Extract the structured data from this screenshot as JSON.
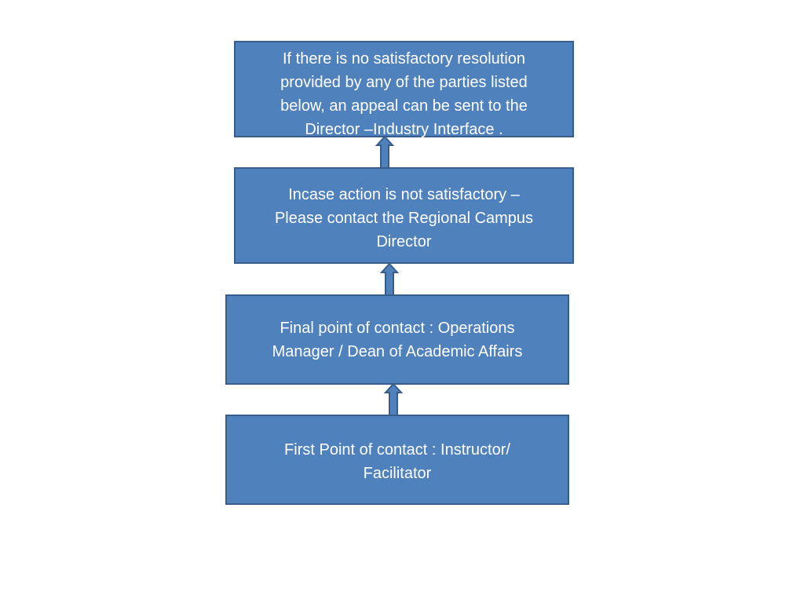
{
  "diagram": {
    "boxes": [
      {
        "id": "appeal-director",
        "text": "If there is no  satisfactory resolution\nprovided by any of the parties listed\nbelow,  an appeal can be  sent to the\nDirector –Industry Interface ."
      },
      {
        "id": "regional-campus-director",
        "text": "Incase action is not satisfactory –\nPlease contact the Regional  Campus\nDirector"
      },
      {
        "id": "final-point",
        "text": "Final point of contact : Operations\nManager / Dean of Academic Affairs"
      },
      {
        "id": "first-point",
        "text": "First Point of contact : Instructor/\nFacilitator"
      }
    ],
    "colors": {
      "box_fill": "#4f81bd",
      "box_border": "#385d8a",
      "text": "#ffffff",
      "background": "#ffffff"
    }
  }
}
